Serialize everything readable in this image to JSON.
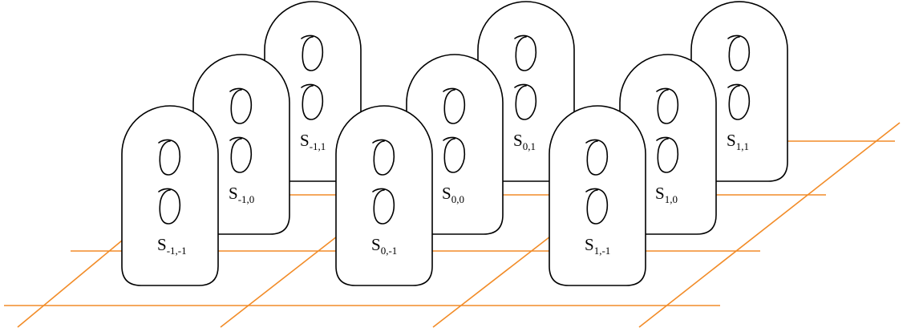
{
  "colors": {
    "grid": "#f28c28",
    "outline": "#000000",
    "background": "#ffffff"
  },
  "modules": [
    {
      "id": "m11",
      "main": "S",
      "sub": "1,1"
    },
    {
      "id": "m01",
      "main": "S",
      "sub": "0,1"
    },
    {
      "id": "m-11",
      "main": "S",
      "sub": "-1,1"
    },
    {
      "id": "m10",
      "main": "S",
      "sub": "1,0"
    },
    {
      "id": "m00",
      "main": "S",
      "sub": "0,0"
    },
    {
      "id": "m-10",
      "main": "S",
      "sub": "-1,0"
    },
    {
      "id": "m1-1",
      "main": "S",
      "sub": "1,-1"
    },
    {
      "id": "m0-1",
      "main": "S",
      "sub": "0,-1"
    },
    {
      "id": "m-1-1",
      "main": "S",
      "sub": "-1,-1"
    }
  ]
}
